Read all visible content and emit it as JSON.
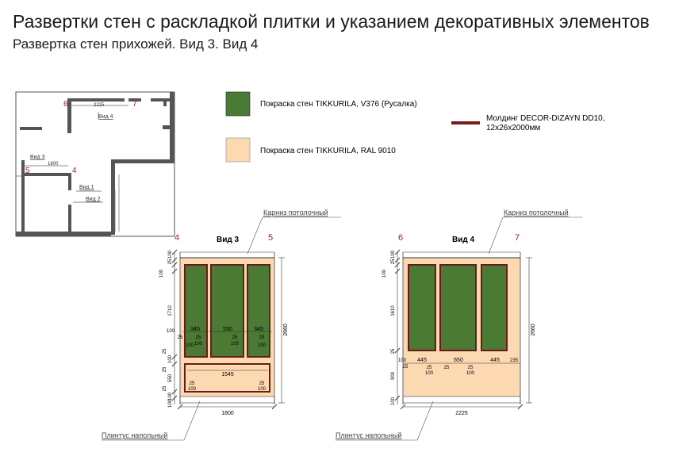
{
  "header": {
    "title": "Развертки стен с раскладкой плитки и указанием декоративных элементов",
    "subtitle": "Развертка стен прихожей. Вид 3. Вид 4"
  },
  "legend": {
    "green": {
      "color": "#4a7a33",
      "label": "Покраска стен TIKKURILA, V376 (Русалка)"
    },
    "peach": {
      "color": "#fdd9b2",
      "label": "Покраска стен TIKKURILA, RAL 9010"
    },
    "molding": {
      "color": "#7a1a1a",
      "label_line1": "Молдинг DECOR-DIZAYN DD10,",
      "label_line2": "12х26х2000мм"
    }
  },
  "plan": {
    "marker_6": "6",
    "marker_7": "7",
    "dim_top": "2225",
    "view4": "Вид 4",
    "view3": "Вид 3",
    "dim_mid": "1800",
    "marker_5": "5",
    "marker_4": "4",
    "view1": "Вид 1",
    "view2": "Вид 2"
  },
  "view3": {
    "title": "Вид 3",
    "corner_left": "4",
    "corner_right": "5",
    "cornice": "Карниз потолочный",
    "plinth": "Плинтус напольный",
    "height_total": "2660",
    "width_total": "1800",
    "vdims": [
      "100",
      "25",
      "100",
      "1710",
      "100",
      "25",
      "100",
      "25",
      "550",
      "25",
      "100",
      "100"
    ],
    "w345a": "345",
    "w550": "550",
    "w345b": "345",
    "m25a": "25",
    "m25b": "25",
    "m25c": "25",
    "m25d": "25",
    "m100a": "100",
    "m100b": "100",
    "m100c": "100",
    "m100d": "100",
    "w1545": "1545",
    "b25a": "25",
    "b100a": "100",
    "b25b": "25",
    "b100b": "100"
  },
  "view4": {
    "title": "Вид 4",
    "corner_left": "6",
    "corner_right": "7",
    "cornice": "Карниз потолочный",
    "plinth": "Плинтус напольный",
    "height_total": "2660",
    "width_total": "2225",
    "vdims": [
      "100",
      "25",
      "100",
      "1610",
      "25",
      "900",
      "100"
    ],
    "m100": "100",
    "w445a": "445",
    "w650": "650",
    "w445b": "445",
    "m235": "235",
    "s25a": "25",
    "s25b": "25",
    "s100a": "100",
    "s25c": "25",
    "s25d": "25",
    "s100b": "100"
  }
}
